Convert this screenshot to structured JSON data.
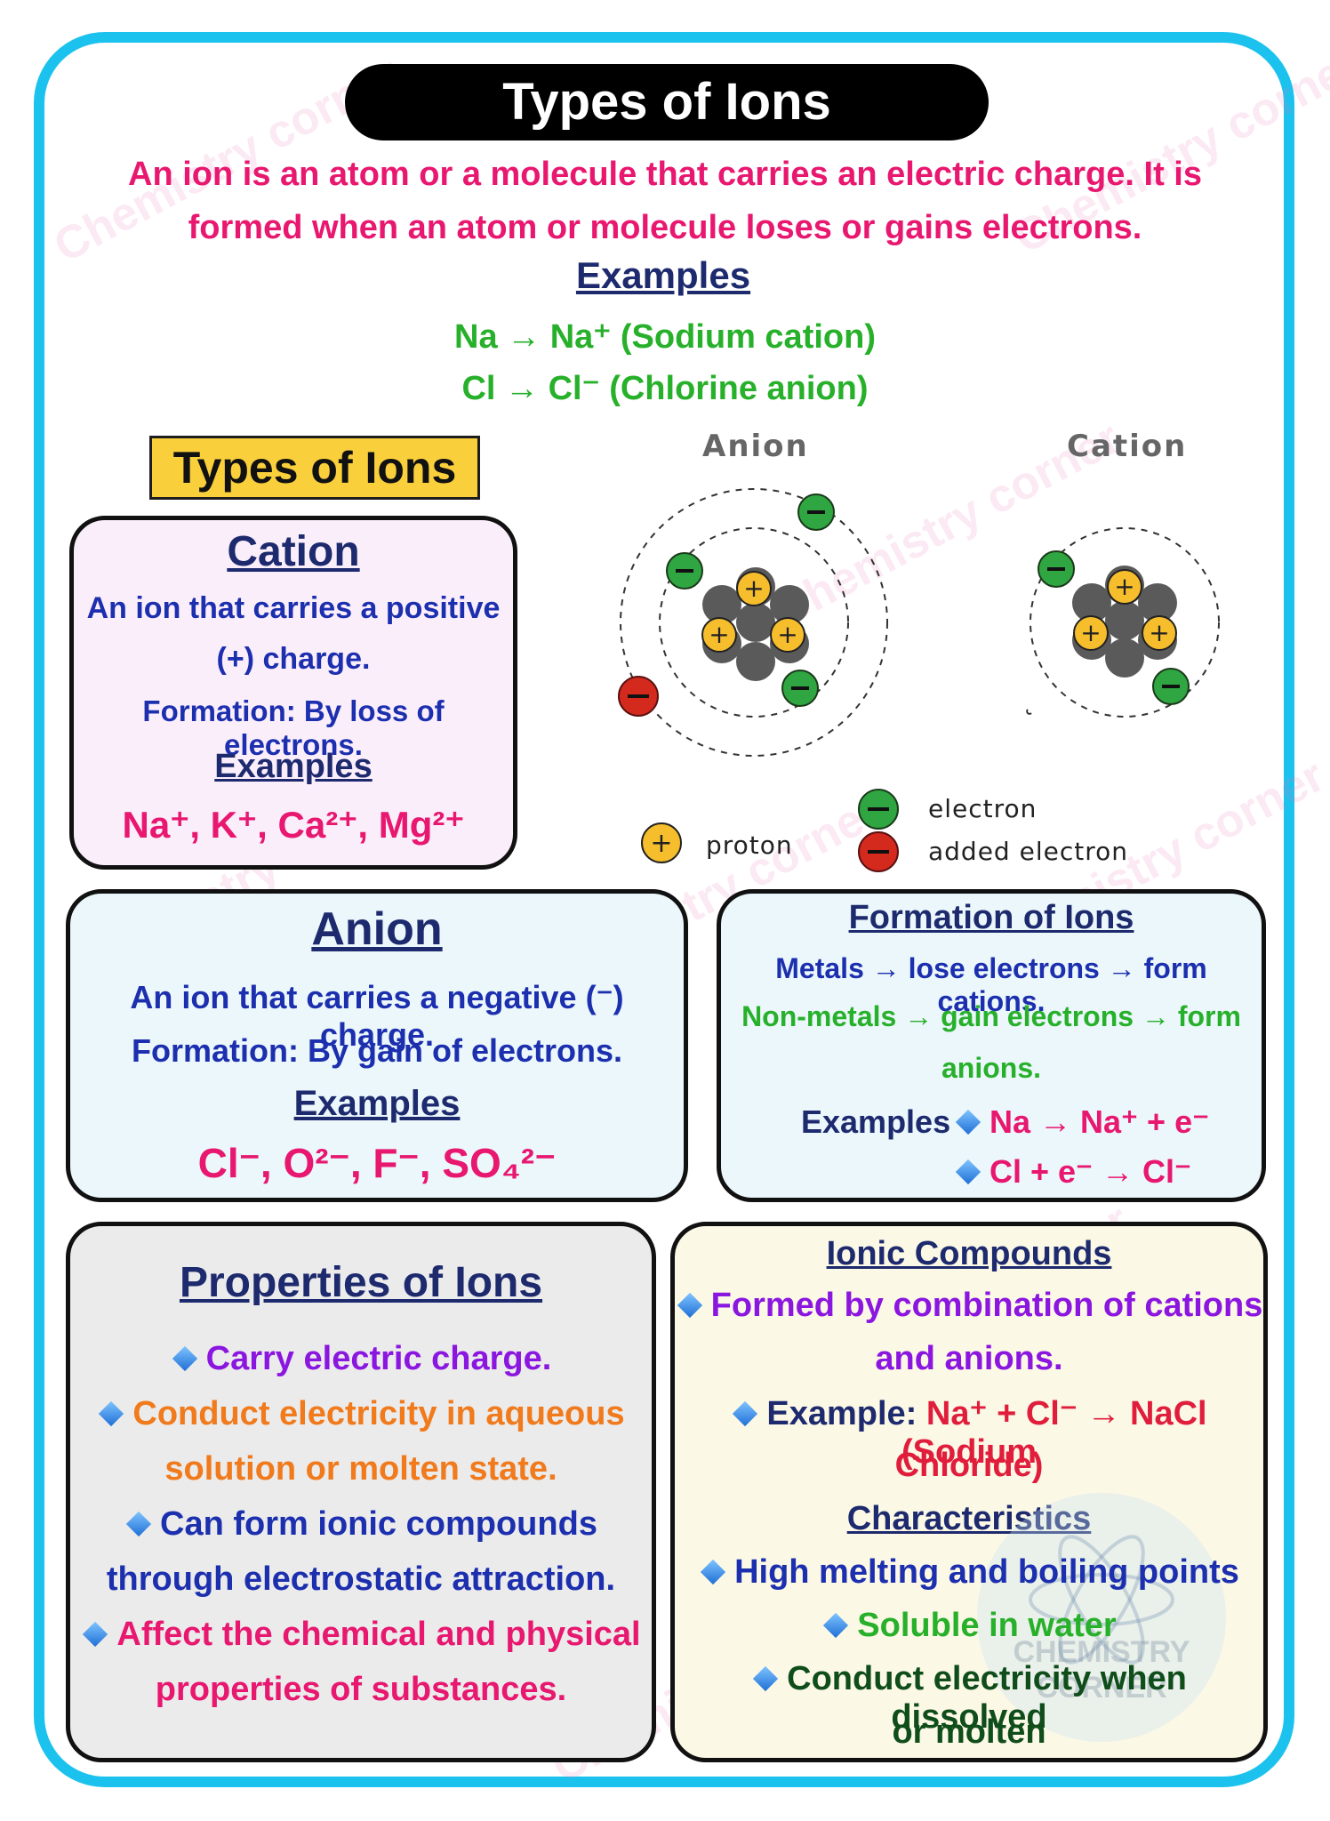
{
  "title": "Types of Ions",
  "intro": "An ion is an atom or a molecule that carries an electric charge. It is formed when an atom or molecule loses or gains electrons.",
  "examples": {
    "heading": "Examples",
    "line1": "Na → Na⁺ (Sodium cation)",
    "line2": "Cl → Cl⁻ (Chlorine anion)"
  },
  "types_label": "Types of Ions",
  "diagram": {
    "anion_label": "Anion",
    "cation_label": "Cation",
    "legend": {
      "proton": "proton",
      "electron": "electron",
      "added_electron": "added electron"
    },
    "colors": {
      "proton": "#f6be2c",
      "nucleus": "#5a5a5a",
      "electron": "#2fa642",
      "added_electron": "#d42a1d"
    }
  },
  "cation_box": {
    "heading": "Cation",
    "desc1": "An ion that carries a positive",
    "desc2": "(+) charge.",
    "formation": "Formation: By loss of electrons.",
    "examples_heading": "Examples",
    "examples": "Na⁺, K⁺, Ca²⁺, Mg²⁺"
  },
  "anion_box": {
    "heading": "Anion",
    "desc": "An ion that carries a negative (⁻) charge.",
    "formation": "Formation: By gain of electrons.",
    "examples_heading": "Examples",
    "examples": "Cl⁻, O²⁻, F⁻, SO₄²⁻"
  },
  "formation_box": {
    "heading": "Formation of Ions",
    "metals": "Metals → lose electrons → form cations.",
    "nonmetals1": "Non-metals → gain electrons → form",
    "nonmetals2": "anions.",
    "examples_label": "Examples",
    "ex1": "Na → Na⁺ + e⁻",
    "ex2": "Cl + e⁻ → Cl⁻"
  },
  "properties_box": {
    "heading": "Properties of Ions",
    "p1": "Carry electric charge.",
    "p2a": "Conduct electricity in aqueous",
    "p2b": "solution or molten state.",
    "p3a": "Can form ionic compounds",
    "p3b": "through electrostatic attraction.",
    "p4a": "Affect the chemical and physical",
    "p4b": "properties of substances."
  },
  "ionic_box": {
    "heading": "Ionic Compounds",
    "f1a": "Formed by combination of cations",
    "f1b": "and anions.",
    "ex_label": "Example:",
    "ex_value": "Na⁺ + Cl⁻ → NaCl (Sodium",
    "ex_value2": "Chloride)",
    "char_heading": "Characteristics",
    "c1": "High melting and boiling points",
    "c2": "Soluble in water",
    "c3a": "Conduct electricity when dissolved",
    "c3b": "or molten"
  },
  "watermark": "Chemistry corner",
  "logo": "CHEMISTRY CORNER"
}
